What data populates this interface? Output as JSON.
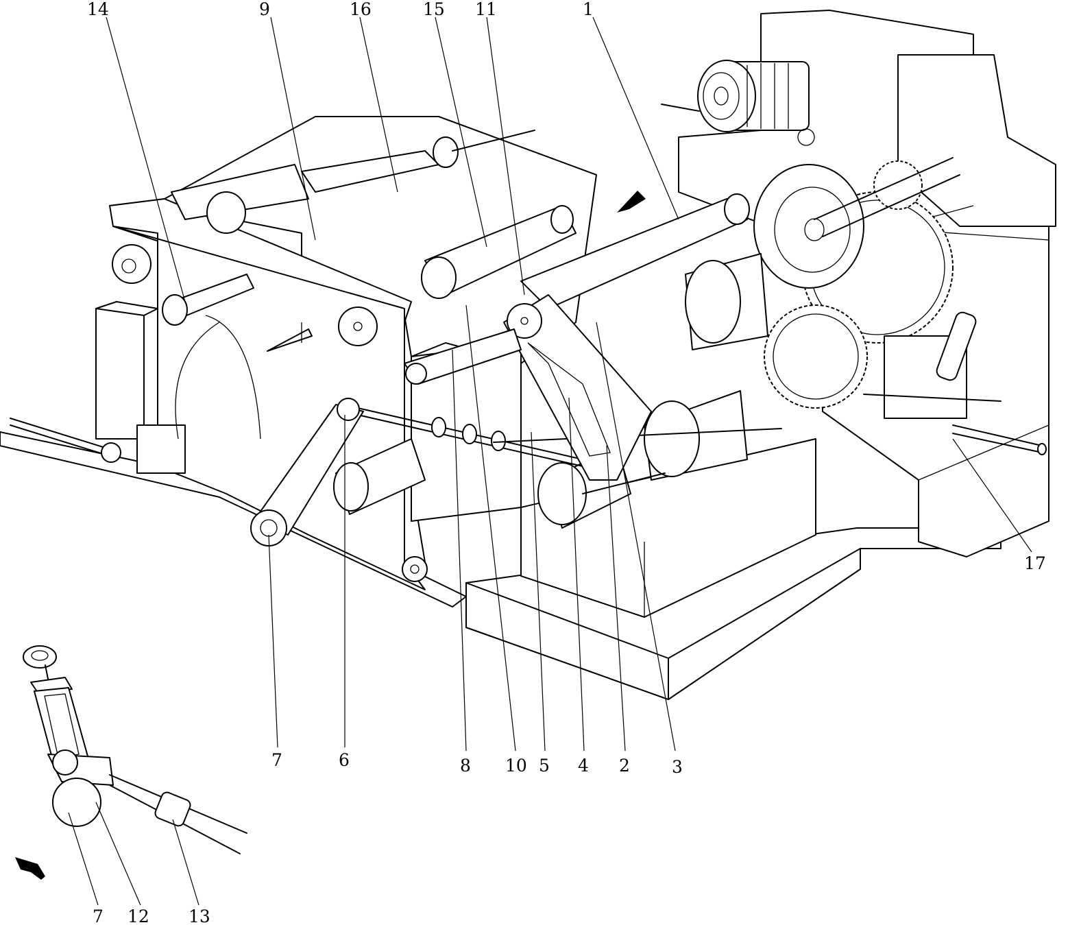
{
  "callouts": [
    {
      "id": "14",
      "label": "14"
    },
    {
      "id": "9",
      "label": "9"
    },
    {
      "id": "16",
      "label": "16"
    },
    {
      "id": "15",
      "label": "15"
    },
    {
      "id": "11",
      "label": "11"
    },
    {
      "id": "1",
      "label": "1"
    },
    {
      "id": "17",
      "label": "17"
    },
    {
      "id": "7a",
      "label": "7"
    },
    {
      "id": "6",
      "label": "6"
    },
    {
      "id": "8",
      "label": "8"
    },
    {
      "id": "10",
      "label": "10"
    },
    {
      "id": "5",
      "label": "5"
    },
    {
      "id": "4",
      "label": "4"
    },
    {
      "id": "2",
      "label": "2"
    },
    {
      "id": "3",
      "label": "3"
    },
    {
      "id": "7b",
      "label": "7"
    },
    {
      "id": "12",
      "label": "12"
    },
    {
      "id": "13",
      "label": "13"
    }
  ]
}
